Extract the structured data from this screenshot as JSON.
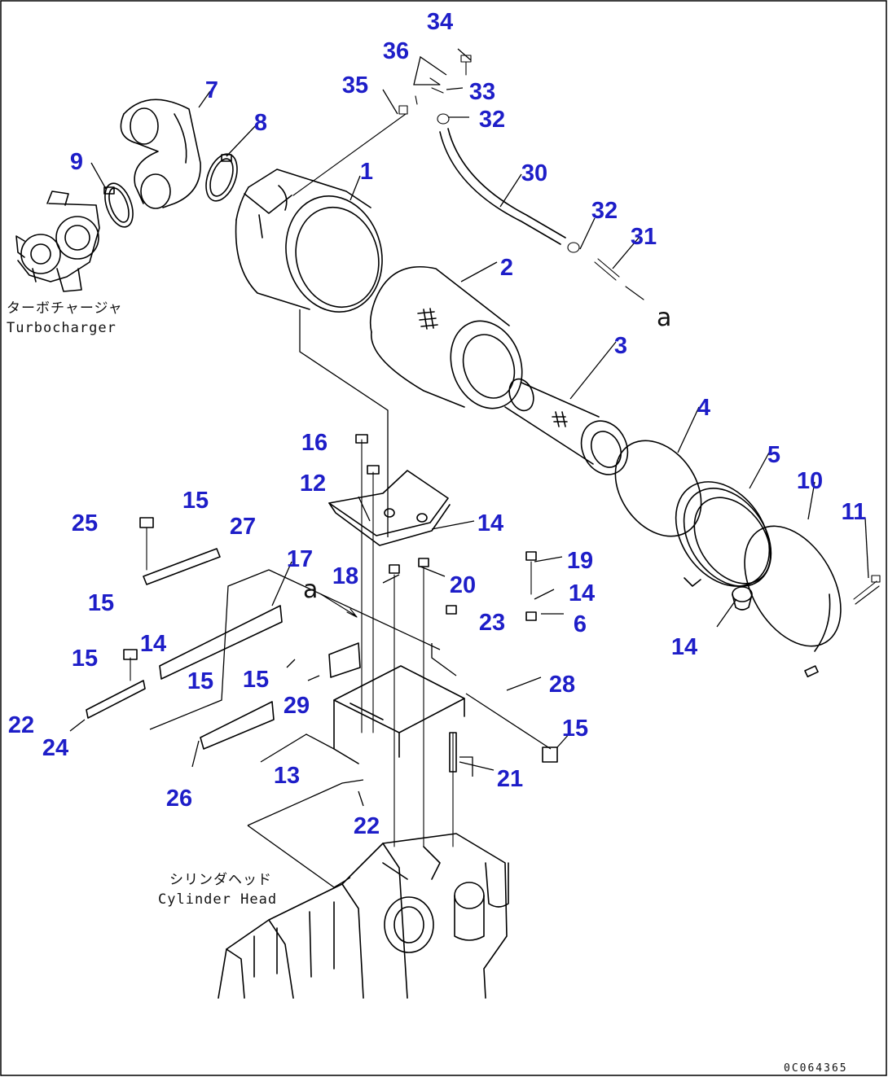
{
  "diagram": {
    "drawing_number": "0C064365",
    "references": [
      {
        "id": "turbocharger",
        "jp": "ターボチャージャ",
        "en": "Turbocharger"
      },
      {
        "id": "cylinder-head",
        "jp": "シリンダヘッド",
        "en": "Cylinder Head"
      }
    ],
    "connection_marker": "a",
    "callout_color": "#1e1ec8",
    "callouts": [
      {
        "label": "34"
      },
      {
        "label": "36"
      },
      {
        "label": "33"
      },
      {
        "label": "35"
      },
      {
        "label": "32"
      },
      {
        "label": "7"
      },
      {
        "label": "8"
      },
      {
        "label": "1"
      },
      {
        "label": "30"
      },
      {
        "label": "9"
      },
      {
        "label": "32"
      },
      {
        "label": "31"
      },
      {
        "label": "2"
      },
      {
        "label": "3"
      },
      {
        "label": "4"
      },
      {
        "label": "5"
      },
      {
        "label": "10"
      },
      {
        "label": "11"
      },
      {
        "label": "14"
      },
      {
        "label": "16"
      },
      {
        "label": "12"
      },
      {
        "label": "14"
      },
      {
        "label": "15"
      },
      {
        "label": "25"
      },
      {
        "label": "27"
      },
      {
        "label": "17"
      },
      {
        "label": "18"
      },
      {
        "label": "20"
      },
      {
        "label": "19"
      },
      {
        "label": "14"
      },
      {
        "label": "15"
      },
      {
        "label": "23"
      },
      {
        "label": "6"
      },
      {
        "label": "14"
      },
      {
        "label": "15"
      },
      {
        "label": "15"
      },
      {
        "label": "15"
      },
      {
        "label": "22"
      },
      {
        "label": "28"
      },
      {
        "label": "29"
      },
      {
        "label": "15"
      },
      {
        "label": "24"
      },
      {
        "label": "13"
      },
      {
        "label": "21"
      },
      {
        "label": "26"
      },
      {
        "label": "22"
      }
    ]
  }
}
